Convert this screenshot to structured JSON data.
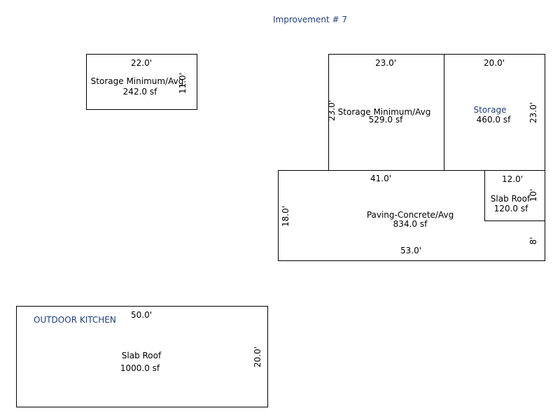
{
  "title": "Improvement # 7",
  "colors": {
    "line": "#000000",
    "label_blue": "#1f3f7a",
    "text": "#000000",
    "background": "#ffffff"
  },
  "areas": {
    "storage_small": {
      "top_dim": "22.0'",
      "side_dim": "11.0'",
      "name": "Storage Minimum/Avg",
      "area": "242.0 sf"
    },
    "storage_mid": {
      "top_dim": "23.0'",
      "side_dim": "23.0'",
      "name": "Storage Minimum/Avg",
      "area": "529.0 sf"
    },
    "storage_right": {
      "top_dim": "20.0'",
      "side_dim": "23.0'",
      "name": "Storage",
      "area": "460.0 sf"
    },
    "paving": {
      "top_dim": "41.0'",
      "side_dim": "18.0'",
      "bottom_dim": "53.0'",
      "right_lower_dim": "8'",
      "name": "Paving-Concrete/Avg",
      "area": "834.0 sf"
    },
    "slab_small": {
      "top_dim": "12.0'",
      "side_dim": "10'",
      "name": "Slab Roof",
      "area": "120.0 sf"
    },
    "outdoor_kitchen": {
      "label": "OUTDOOR KITCHEN",
      "top_dim": "50.0'",
      "side_dim": "20.0'",
      "name": "Slab Roof",
      "area": "1000.0 sf"
    }
  }
}
